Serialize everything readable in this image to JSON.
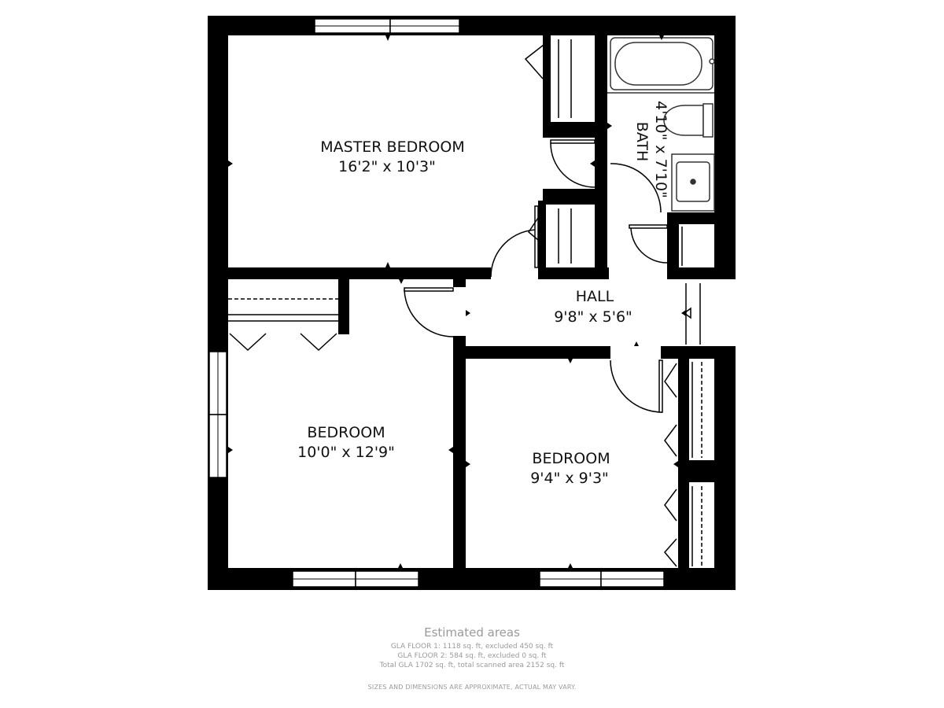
{
  "rooms": {
    "master_bedroom": {
      "name": "MASTER BEDROOM",
      "dims": "16'2\" x 10'3\""
    },
    "bath": {
      "name": "BATH",
      "dims": "4'10\" x 7'10\""
    },
    "hall": {
      "name": "HALL",
      "dims": "9'8\" x 5'6\""
    },
    "bedroom_left": {
      "name": "BEDROOM",
      "dims": "10'0\" x 12'9\""
    },
    "bedroom_right": {
      "name": "BEDROOM",
      "dims": "9'4\" x 9'3\""
    }
  },
  "footer": {
    "title": "Estimated areas",
    "line1": "GLA FLOOR 1: 1118 sq. ft, excluded 450 sq. ft",
    "line2": "GLA FLOOR 2: 584 sq. ft, excluded 0 sq. ft",
    "line3": "Total GLA 1702 sq. ft, total scanned area 2152 sq. ft",
    "disclaimer": "SIZES AND DIMENSIONS ARE APPROXIMATE, ACTUAL MAY VARY."
  },
  "colors": {
    "wall": "#000000",
    "fixture": "#333333",
    "footer_text": "#9a9a9a"
  }
}
